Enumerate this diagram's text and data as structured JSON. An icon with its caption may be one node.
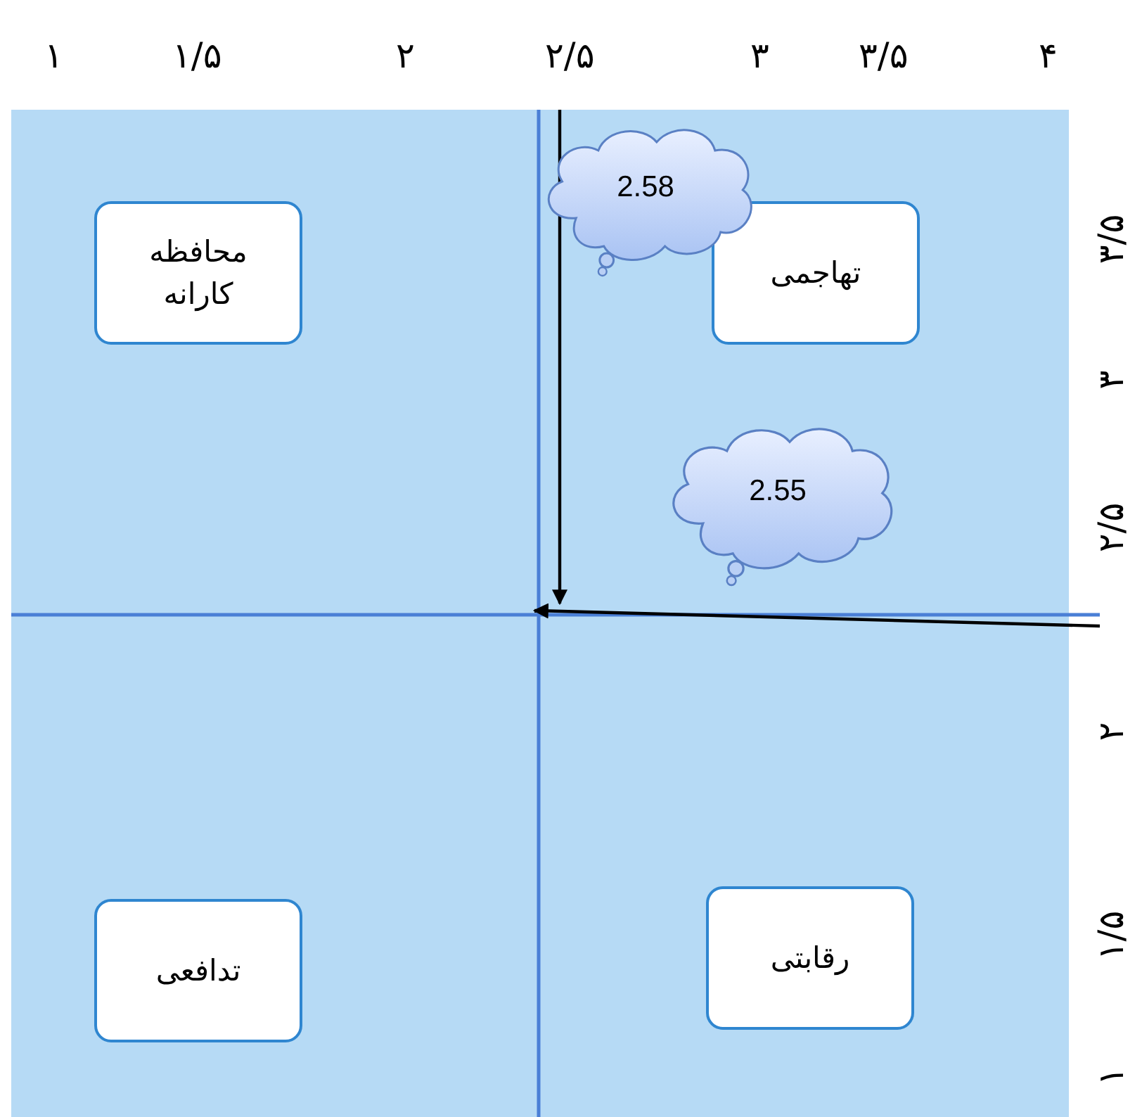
{
  "diagram": {
    "nodes": [
      {
        "text": [
          "محافظه کارانه"
        ]
      },
      {
        "text": [
          "تهاجمی"
        ]
      },
      {
        "text": [
          "تدافعی"
        ]
      },
      {
        "text": [
          "رقابتی"
        ]
      },
      {
        "text": [
          "2.58"
        ]
      },
      {
        "text": [
          "2.55"
        ]
      }
    ],
    "edges": [],
    "labels": [
      "۱",
      "۱/۵",
      "۲",
      "۲/۵",
      "۳",
      "۳/۵",
      "۴",
      "۳/۵",
      "۳",
      "۲/۵",
      "۲",
      "۱/۵",
      "۱"
    ]
  }
}
